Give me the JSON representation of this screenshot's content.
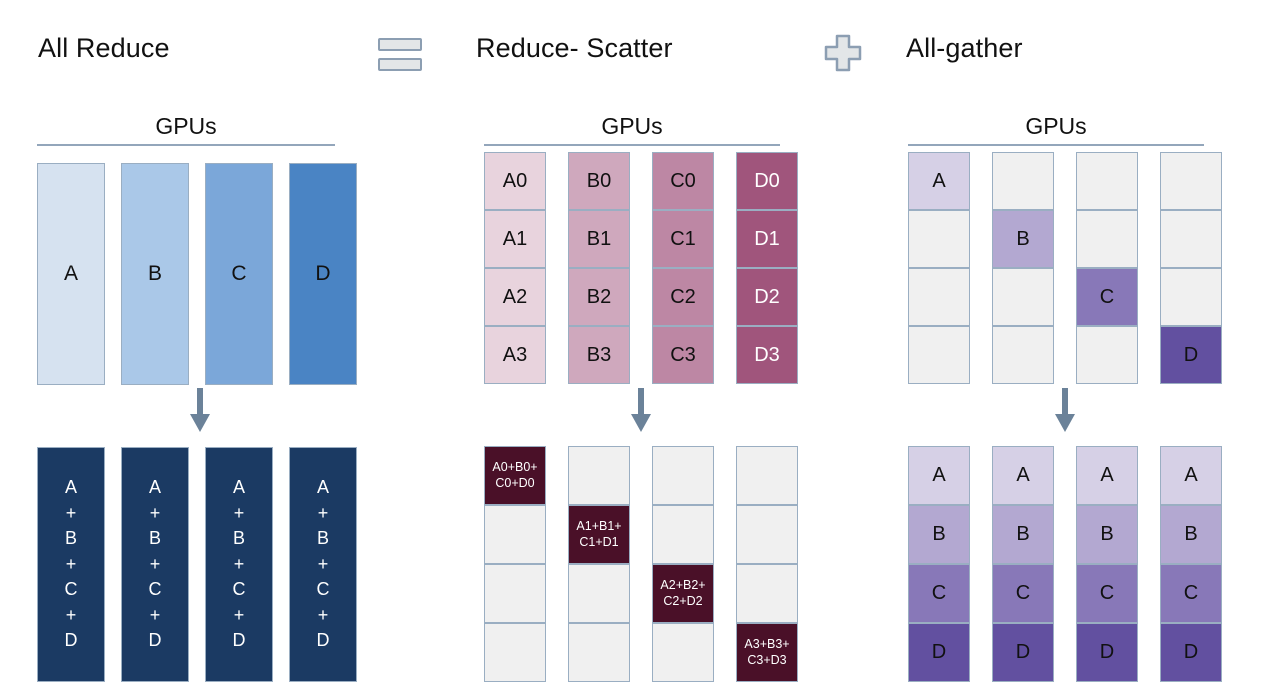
{
  "panels": [
    {
      "id": "all-reduce",
      "title": "All Reduce",
      "gpus_label": "GPUs",
      "top_labels": [
        "A",
        "B",
        "C",
        "D"
      ],
      "top_colors": [
        "#d6e2f0",
        "#aac8e8",
        "#7ba7d9",
        "#4a84c4"
      ],
      "bottom_lines": [
        "A",
        "+",
        "B",
        "+",
        "C",
        "+",
        "D"
      ],
      "bottom_color": "#1b3a63"
    },
    {
      "id": "reduce-scatter",
      "title": "Reduce- Scatter",
      "gpus_label": "GPUs",
      "top_columns": [
        {
          "labels": [
            "A0",
            "A1",
            "A2",
            "A3"
          ],
          "color": "#e8d3dd"
        },
        {
          "labels": [
            "B0",
            "B1",
            "B2",
            "B3"
          ],
          "color": "#cfa8bd"
        },
        {
          "labels": [
            "C0",
            "C1",
            "C2",
            "C3"
          ],
          "color": "#bd87a4"
        },
        {
          "labels": [
            "D0",
            "D1",
            "D2",
            "D3"
          ],
          "color": "#a0557c"
        }
      ],
      "bottom_columns": [
        {
          "filled_row": 0,
          "line1": "A0+B0+",
          "line2": "C0+D0"
        },
        {
          "filled_row": 1,
          "line1": "A1+B1+",
          "line2": "C1+D1"
        },
        {
          "filled_row": 2,
          "line1": "A2+B2+",
          "line2": "C2+D2"
        },
        {
          "filled_row": 3,
          "line1": "A3+B3+",
          "line2": "C3+D3"
        }
      ],
      "filled_color": "#4a1028",
      "empty_color": "#f0f0f0"
    },
    {
      "id": "all-gather",
      "title": "All-gather",
      "gpus_label": "GPUs",
      "top_columns": [
        {
          "filled_row": 0,
          "label": "A",
          "color": "#d6d0e6"
        },
        {
          "filled_row": 1,
          "label": "B",
          "color": "#b3a8d1"
        },
        {
          "filled_row": 2,
          "label": "C",
          "color": "#8878b8"
        },
        {
          "filled_row": 3,
          "label": "D",
          "color": "#6250a0"
        }
      ],
      "bottom_labels": [
        "A",
        "B",
        "C",
        "D"
      ],
      "bottom_colors": [
        "#d6d0e6",
        "#b3a8d1",
        "#8878b8",
        "#6250a0"
      ],
      "empty_color": "#f0f0f0"
    }
  ],
  "operators": {
    "equals": "equals-icon",
    "plus": "plus-icon"
  },
  "arrow": {
    "name": "down-arrow",
    "color": "#6b8299"
  }
}
